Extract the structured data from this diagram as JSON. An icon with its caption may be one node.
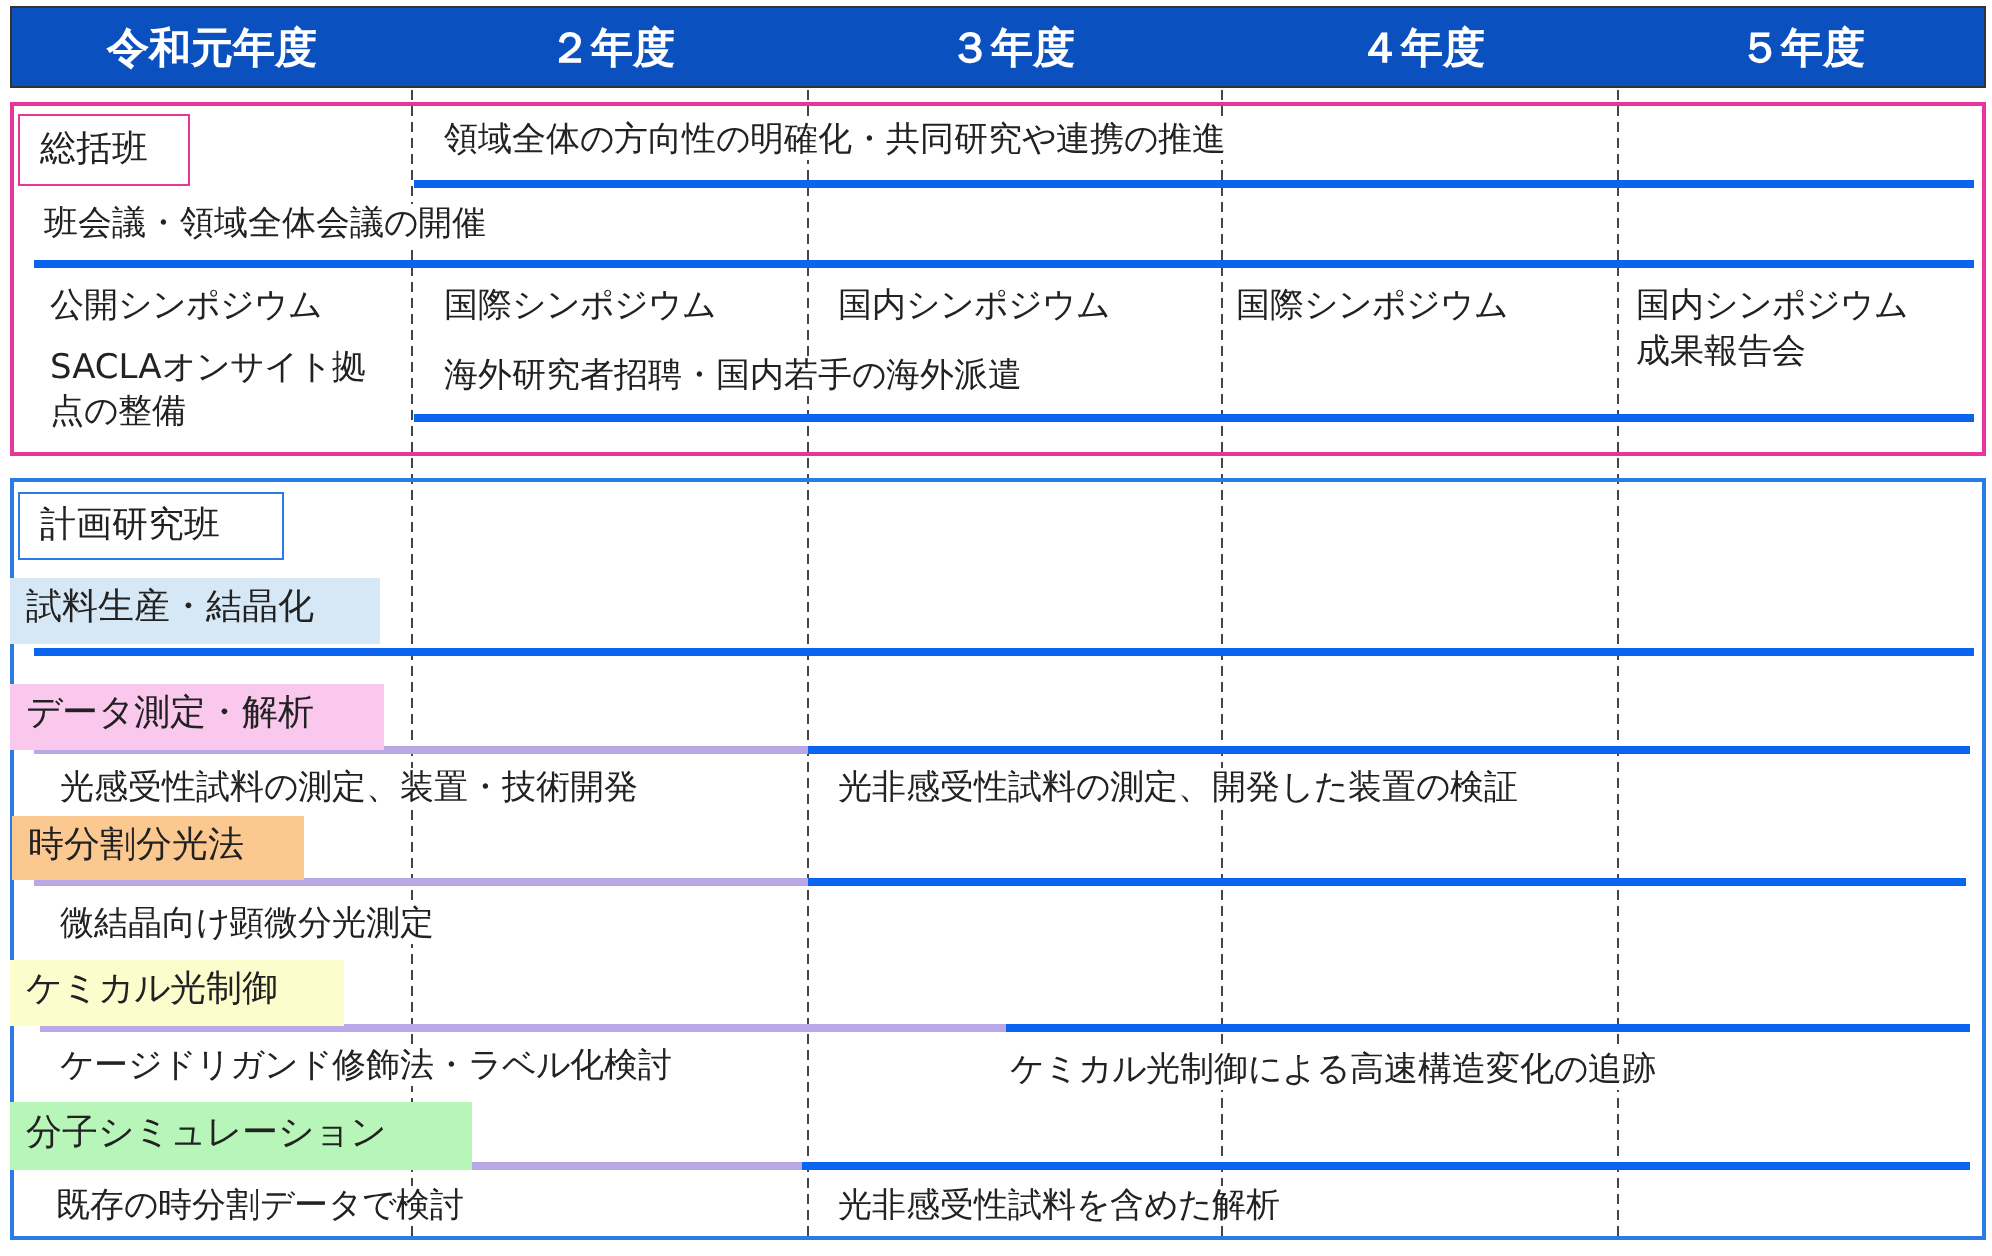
{
  "diagram": {
    "nodes": [
      {
        "text": [
          "令和元年度",
          "２年度",
          "３年度",
          "４年度",
          "５年度"
        ]
      },
      {
        "text": [],
        "shape": "box"
      },
      {
        "text": [
          "総括班"
        ],
        "in": 1
      },
      {
        "text": [],
        "shape": "box"
      },
      {
        "text": [
          "計画研究班"
        ],
        "in": 3
      },
      {
        "text": [
          "試料生産・結晶化"
        ],
        "in": 3
      },
      {
        "text": [
          "データ測定・解析"
        ],
        "in": 3
      },
      {
        "text": [
          "時分割分光法"
        ],
        "in": 3
      },
      {
        "text": [
          "ケミカル光制御"
        ],
        "in": 3
      },
      {
        "text": [
          "分子シミュレーション"
        ],
        "in": 3
      }
    ],
    "labels": [
      "領域全体の方向性の明確化・共同研究や連携の推進",
      "班会議・領域全体会議の開催",
      "公開シンポジウム",
      "国際シンポジウム",
      "国内シンポジウム",
      "国際シンポジウム",
      "国内シンポジウム",
      "成果報告会",
      "SACLAオンサイト拠点の整備",
      "海外研究者招聘・国内若手の海外派遣",
      "光感受性試料の測定、装置・技術開発",
      "光非感受性試料の測定、開発した装置の検証",
      "微結晶向け顕微分光測定",
      "ケージドリガンド修飾法・ラベル化検討",
      "ケミカル光制御による高速構造変化の追跡",
      "既存の時分割データで検討",
      "光非感受性試料を含めた解析"
    ]
  }
}
